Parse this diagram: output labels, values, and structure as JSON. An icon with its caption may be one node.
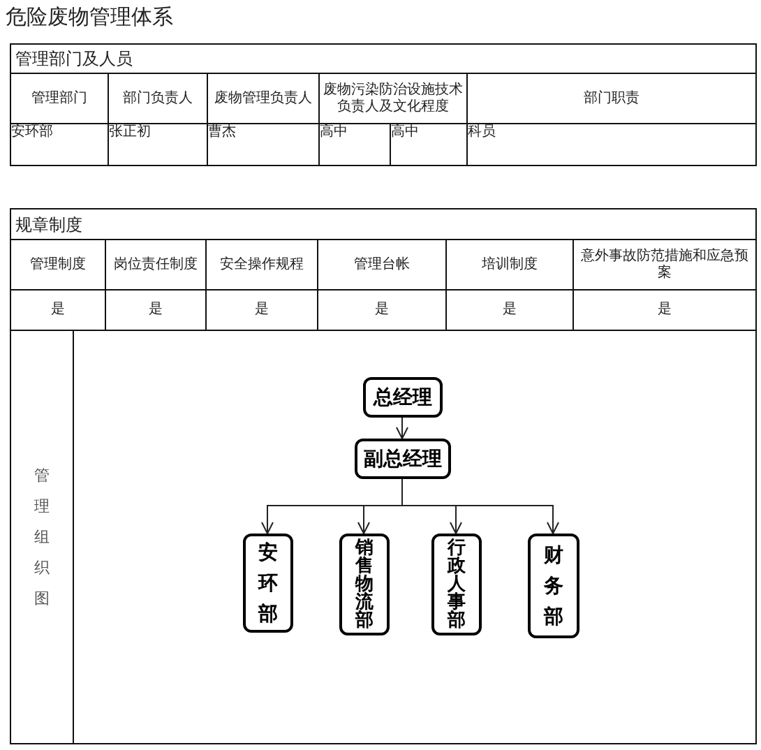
{
  "diagram": {
    "title": "危险废物管理体系",
    "nodes": [
      {
        "text": [
          "总经理"
        ]
      },
      {
        "text": [
          "副总经理"
        ]
      },
      {
        "text": [
          "安环部"
        ]
      },
      {
        "text": [
          "销售物流部"
        ]
      },
      {
        "text": [
          "行政人事部"
        ]
      },
      {
        "text": [
          "财务部"
        ]
      }
    ],
    "edges": [
      {
        "from": 0,
        "to": 1,
        "arrow": "to"
      },
      {
        "from": 1,
        "to": 2,
        "arrow": "to"
      },
      {
        "from": 1,
        "to": 3,
        "arrow": "to"
      },
      {
        "from": 1,
        "to": 4,
        "arrow": "to"
      },
      {
        "from": 1,
        "to": 5,
        "arrow": "to"
      }
    ],
    "labels": [
      "管理部门及人员",
      "管理部门",
      "部门负责人",
      "废物管理负责人",
      "废物污染防治设施技术负责人及文化程度",
      "部门职责",
      "安环部",
      "张正初",
      "曹杰",
      "高中",
      "高中",
      "科员",
      "规章制度",
      "管理制度",
      "岗位责任制度",
      "安全操作规程",
      "管理台帐",
      "培训制度",
      "意外事故防范措施和应急预案",
      "是",
      "是",
      "是",
      "是",
      "是",
      "是",
      "管理组织图"
    ]
  }
}
